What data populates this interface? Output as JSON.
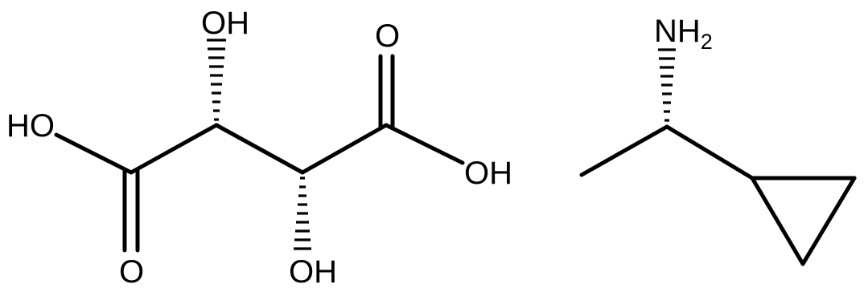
{
  "molecules": [
    {
      "atoms": {
        "oh_left": "HO",
        "o_left": "O",
        "oh_top": "OH",
        "oh_bottom": "OH",
        "o_right": "O",
        "oh_right": "OH"
      }
    },
    {
      "atoms": {
        "nh2_main": "NH",
        "nh2_sub": "2"
      }
    }
  ]
}
